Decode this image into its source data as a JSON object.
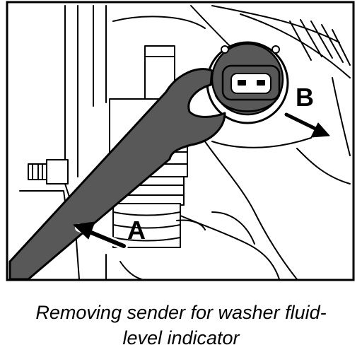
{
  "labels": {
    "a": "A",
    "b": "B"
  },
  "caption": {
    "line1": "Removing sender for washer fluid-",
    "line2": "level indicator"
  },
  "colors": {
    "tool": "#585858",
    "line": "#000000",
    "background": "#ffffff",
    "shadow": "#bdbdbd"
  }
}
